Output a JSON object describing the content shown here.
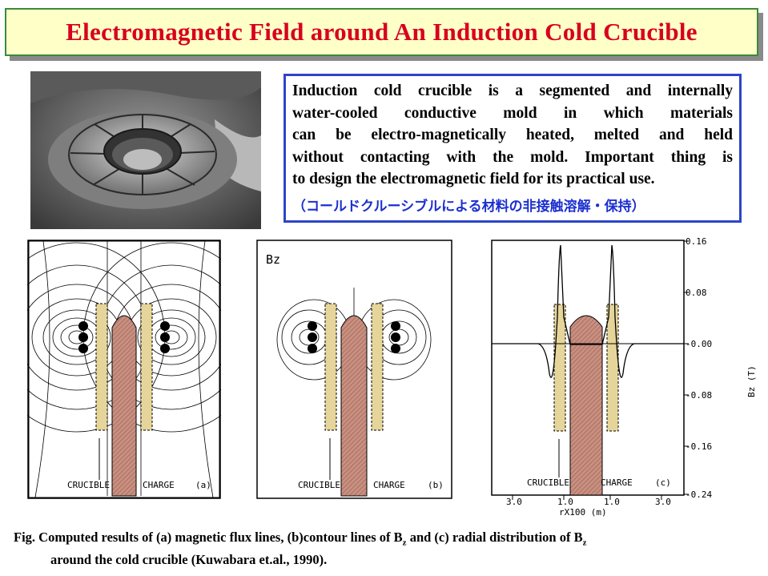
{
  "title": "Electromagnetic Field around An Induction Cold Crucible",
  "description": {
    "lines": [
      "Induction cold crucible is a segmented and internally",
      "water-cooled conductive mold in which materials",
      "can be electro-magnetically heated, melted and held",
      "without contacting with the mold. Important thing is",
      "to design the electromagnetic field for its practical use."
    ],
    "japanese": "（コールドクルーシブルによる材料の非接触溶解・保持）"
  },
  "figure_a": {
    "crucible_label": "CRUCIBLE",
    "charge_label": "CHARGE",
    "panel_label": "(a)"
  },
  "figure_b": {
    "field_label": "Bz",
    "crucible_label": "CRUCIBLE",
    "charge_label": "CHARGE",
    "panel_label": "(b)"
  },
  "figure_c": {
    "crucible_label": "CRUCIBLE",
    "charge_label": "CHARGE",
    "panel_label": "(c)",
    "y_ticks": [
      "0.16",
      "0.08",
      "-0.00",
      "-0.08",
      "-0.16",
      "-0.24"
    ],
    "y_axis_label": "Bz (T)",
    "x_ticks": [
      "3.0",
      "1.0",
      "1.0",
      "3.0"
    ],
    "x_axis_label": "rX100 (m)"
  },
  "caption": {
    "line1_prefix": "Fig.  Computed results of (a) magnetic flux lines, (b)contour lines of B",
    "line1_mid": " and (c) radial distribution of B",
    "line2": "around the cold crucible (Kuwabara et.al., 1990).",
    "subscript": "z"
  },
  "colors": {
    "title_text": "#d8001e",
    "title_bg": "#ffffc8",
    "title_border": "#3a8a3a",
    "box_border": "#2d45c8",
    "japanese_text": "#1c2fd0",
    "crucible_fill": "#e6d59a",
    "charge_fill": "#c89080"
  }
}
